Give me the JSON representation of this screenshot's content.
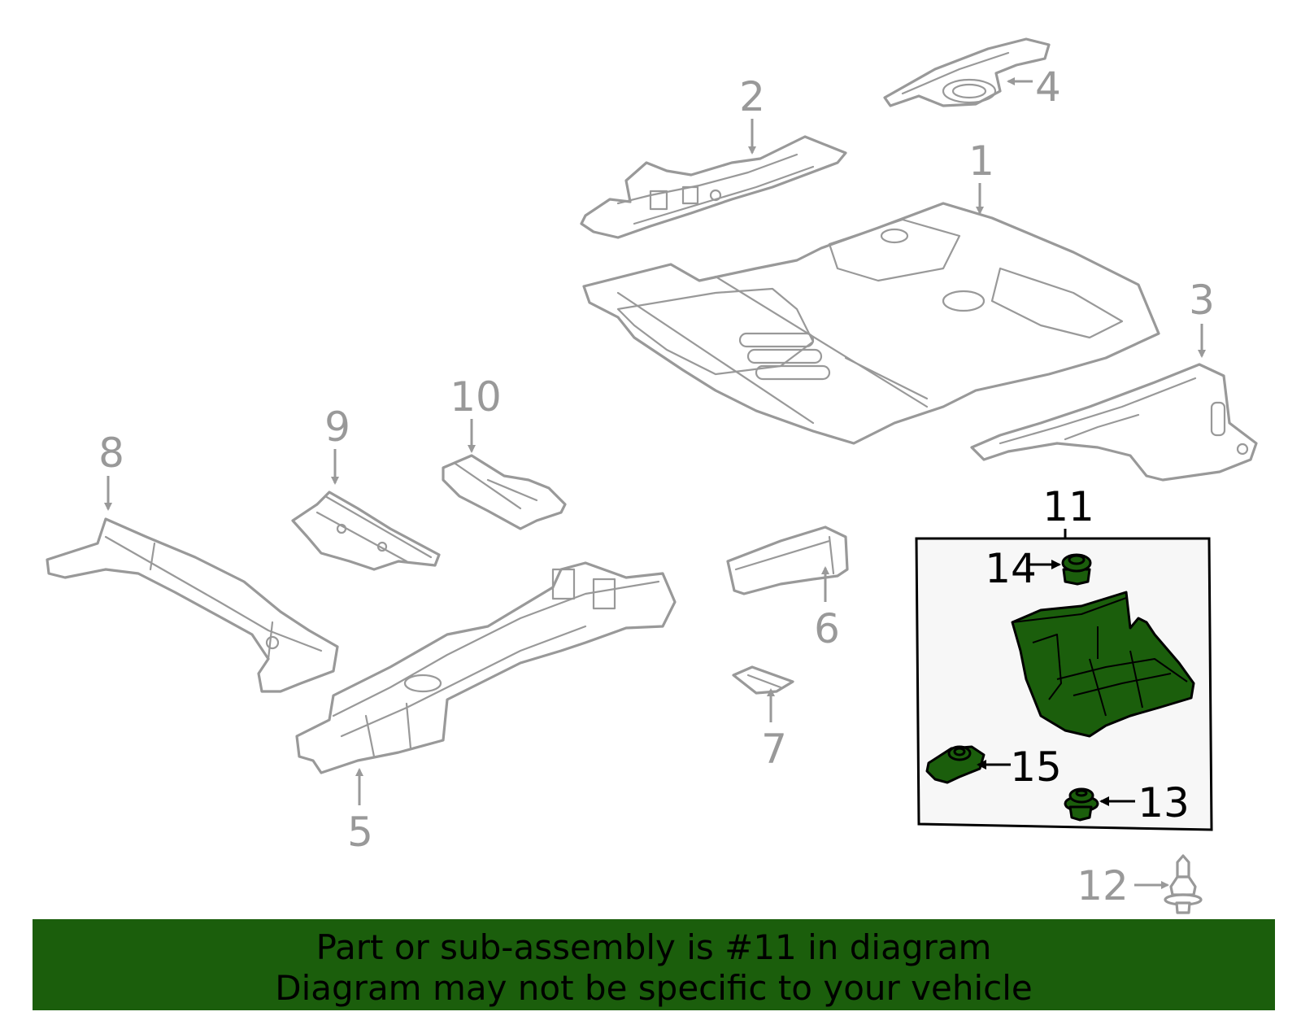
{
  "callouts": {
    "c1": "1",
    "c2": "2",
    "c3": "3",
    "c4": "4",
    "c5": "5",
    "c6": "6",
    "c7": "7",
    "c8": "8",
    "c9": "9",
    "c10": "10",
    "c11": "11",
    "c12": "12",
    "c13": "13",
    "c14": "14",
    "c15": "15"
  },
  "highlight_color": "#1b5e0c",
  "banner": {
    "line1": "Part or sub-assembly is #11 in diagram",
    "line2": "Diagram may not be specific to your vehicle"
  }
}
